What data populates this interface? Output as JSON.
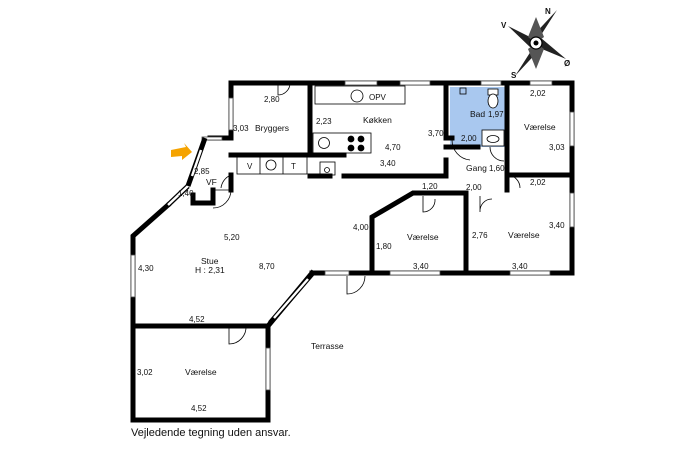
{
  "colors": {
    "wall": "#000000",
    "window": "#ffffff",
    "bath": "#a9c8ef",
    "door_icon": "#f5a300"
  },
  "compass": {
    "north": "N",
    "west": "V",
    "east": "Ø",
    "south": "S"
  },
  "rooms": {
    "bryggers": "Bryggers",
    "kokken": "Køkken",
    "opv": "OPV",
    "bad": "Bad",
    "vaerelse_ne": "Værelse",
    "gang": "Gang",
    "vf": "VF",
    "vaerelse_mid": "Værelse",
    "vaerelse_e": "Værelse",
    "stue": "Stue",
    "stue_h": "H : 2,31",
    "vaerelse_sw": "Værelse",
    "terrasse": "Terrasse"
  },
  "appliances": {
    "v": "V",
    "t": "T"
  },
  "dims": {
    "d280": "2,80",
    "d303a": "3,03",
    "d223": "2,23",
    "d470": "4,70",
    "d340a": "3,40",
    "d370": "3,70",
    "d197": "1,97",
    "d200a": "2,00",
    "d202a": "2,02",
    "d303b": "3,03",
    "d160": "1,60",
    "d200b": "2,00",
    "d202b": "2,02",
    "d120": "1,20",
    "d285": "2,85",
    "d140": "1,40",
    "d400": "4,00",
    "d180": "1,80",
    "d276": "2,76",
    "d340b": "3,40",
    "d340c": "3,40",
    "d340d": "3,40",
    "d520": "5,20",
    "d430": "4,30",
    "d870": "8,70",
    "d452a": "4,52",
    "d302": "3,02",
    "d452b": "4,52"
  },
  "disclaimer": "Vejledende tegning uden ansvar."
}
